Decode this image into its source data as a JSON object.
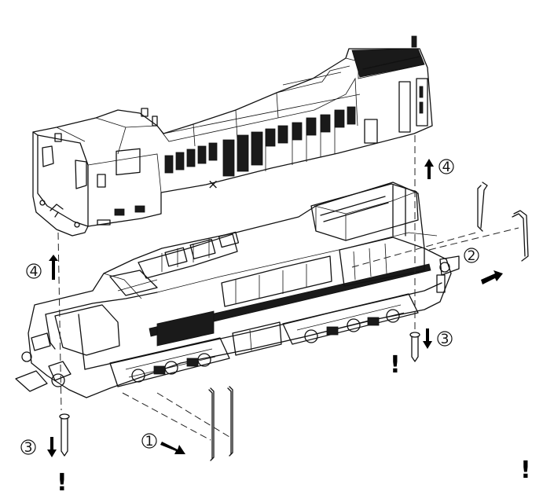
{
  "steps": {
    "step1": "1",
    "step2": "2",
    "step3_left": "3",
    "step3_right": "3",
    "step4_left": "4",
    "step4_right": "4"
  },
  "warnings": {
    "left": "!",
    "center": "!",
    "right": "!"
  }
}
